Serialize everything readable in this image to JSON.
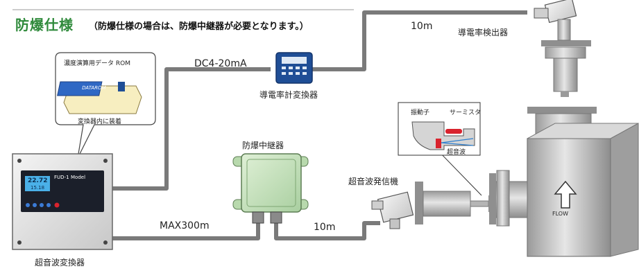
{
  "title": {
    "main": "防爆仕様",
    "note": "（防爆仕様の場合は、防爆中継器が必要となります。）"
  },
  "labels": {
    "converter_meter": "導電率計変換器",
    "conductivity_detector": "導電率検出器",
    "relay": "防爆中継器",
    "ultrasonic_transmitter": "超音波発信機",
    "ultrasonic_converter": "超音波変換器",
    "rom_label": "濃度演算用データ ROM",
    "rom_note": "変換器内に装着",
    "rom_chip": "DATAROM",
    "vibrator": "振動子",
    "thermistor": "サーミスタ",
    "ultrasonic_wave": "超音波",
    "flow": "FLOW"
  },
  "cables": {
    "signal": "DC4-20mA",
    "detector_len": "10m",
    "max_len": "MAX300m",
    "transmitter_len": "10m"
  },
  "device_display": {
    "brand": "FUD-1",
    "model": "Model",
    "value": "22.72",
    "sub_value": "15.18"
  },
  "colors": {
    "title_green": "#2f8a3b",
    "pipe_gray": "#b9b9b9",
    "cable_gray": "#777777",
    "relay_green": "#cfe6c6",
    "meter_blue": "#1f4e96",
    "panel_dark": "#1b1f2a",
    "accent_red": "#d9232d",
    "bubble_yellow": "#f7eec0"
  },
  "icons": [
    "flow-arrow-icon",
    "display-screen-icon"
  ]
}
